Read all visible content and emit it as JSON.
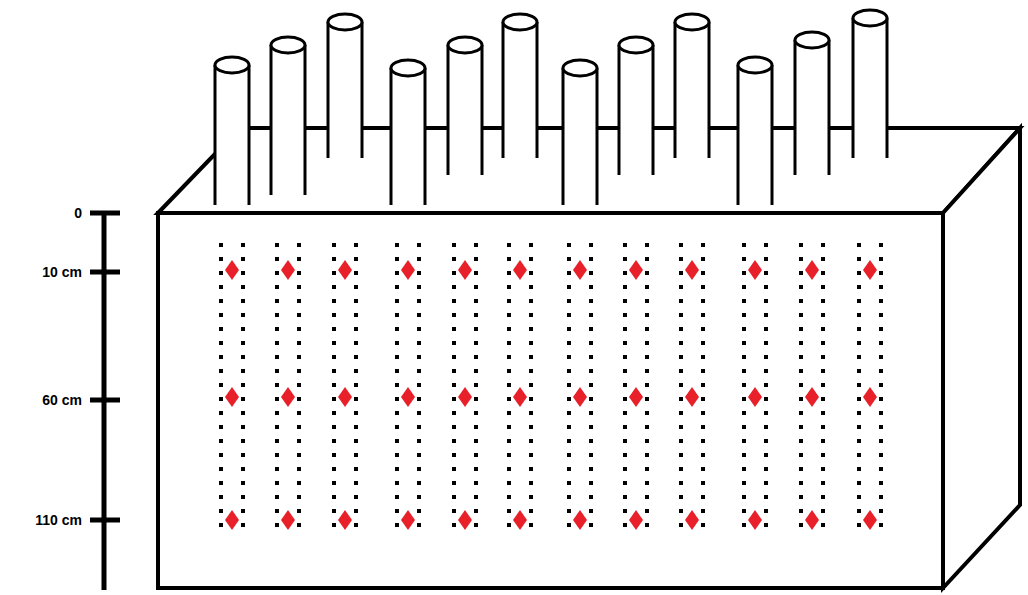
{
  "diagram": {
    "labels": [
      "0",
      "10 cm",
      "60 cm",
      "110 cm"
    ]
  }
}
